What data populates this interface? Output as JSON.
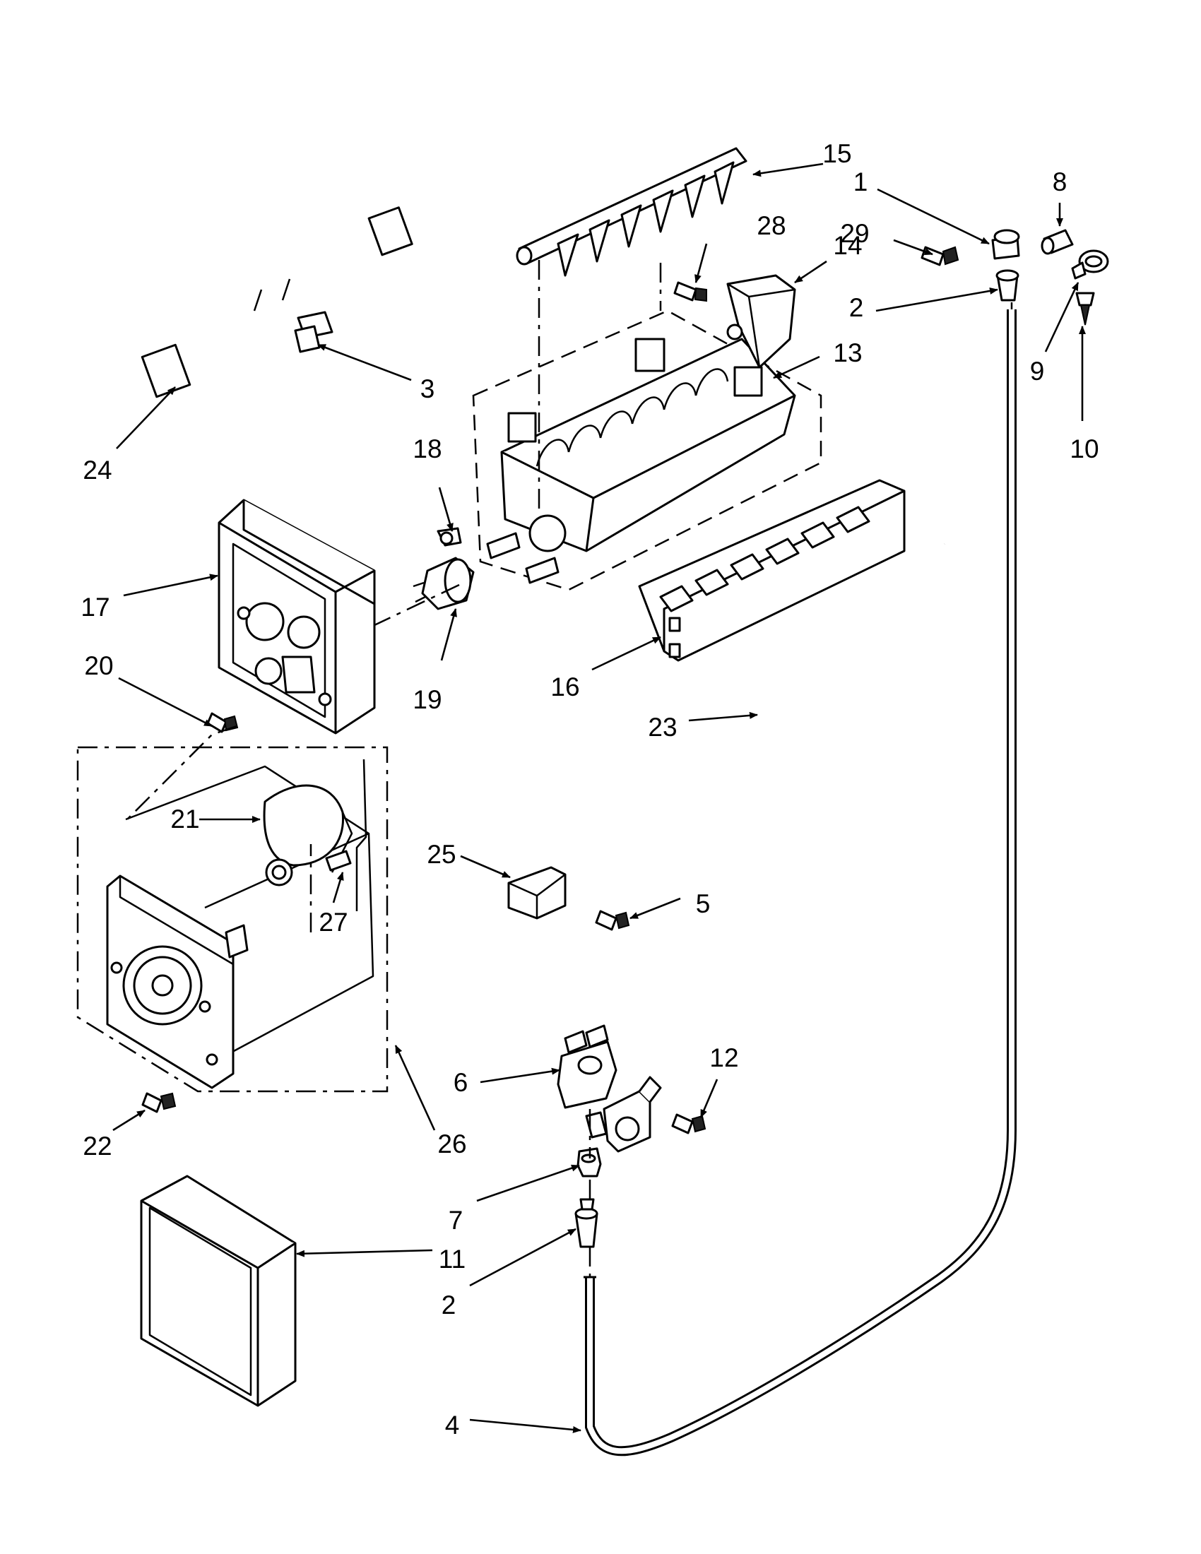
{
  "callouts": [
    "15",
    "1",
    "8",
    "28",
    "29",
    "14",
    "2",
    "9",
    "10",
    "13",
    "3",
    "24",
    "18",
    "17",
    "19",
    "16",
    "20",
    "23",
    "21",
    "25",
    "5",
    "27",
    "6",
    "12",
    "22",
    "26",
    "7",
    "11",
    "2",
    "4"
  ]
}
